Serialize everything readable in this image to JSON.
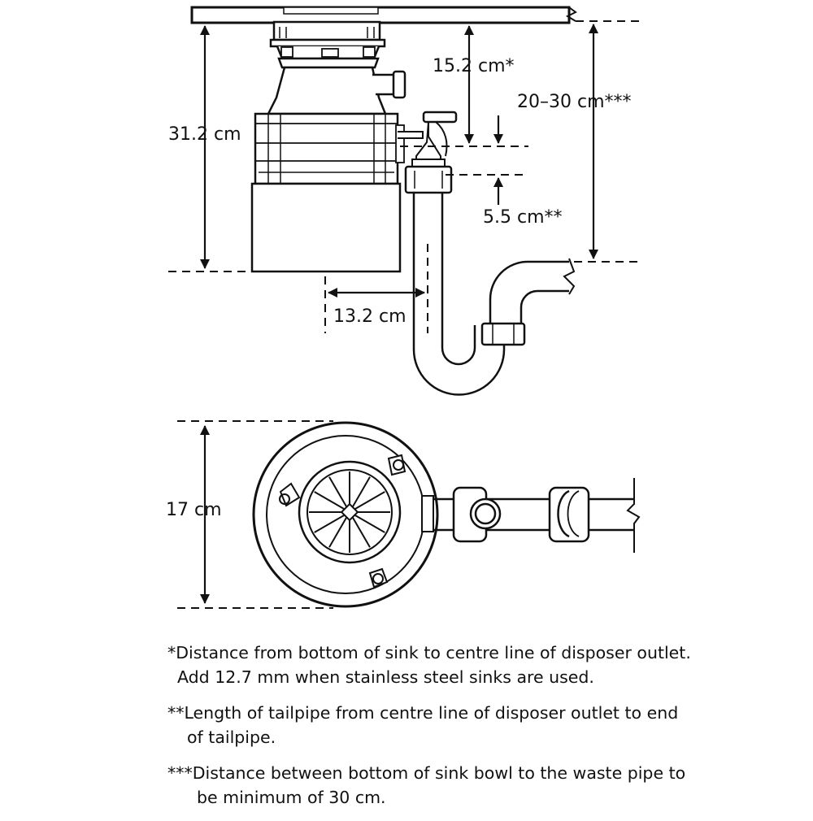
{
  "diagram": {
    "type": "installation-dimension-drawing",
    "dimensions": {
      "height_total": "31.2 cm",
      "outlet_from_sink": "15.2 cm*",
      "sink_to_waste": "20–30 cm***",
      "tailpipe": "5.5 cm**",
      "outlet_offset": "13.2 cm",
      "diameter": "17 cm"
    }
  },
  "notes": [
    {
      "line1": "*Distance from bottom of sink to centre line of disposer outlet.",
      "line2": "Add 12.7 mm when stainless steel sinks are used."
    },
    {
      "line1": "**Length of tailpipe from centre line of disposer outlet to end",
      "line2": "of tailpipe."
    },
    {
      "line1": "***Distance between bottom of sink bowl to the waste pipe to",
      "line2": "be minimum of 30 cm."
    }
  ]
}
